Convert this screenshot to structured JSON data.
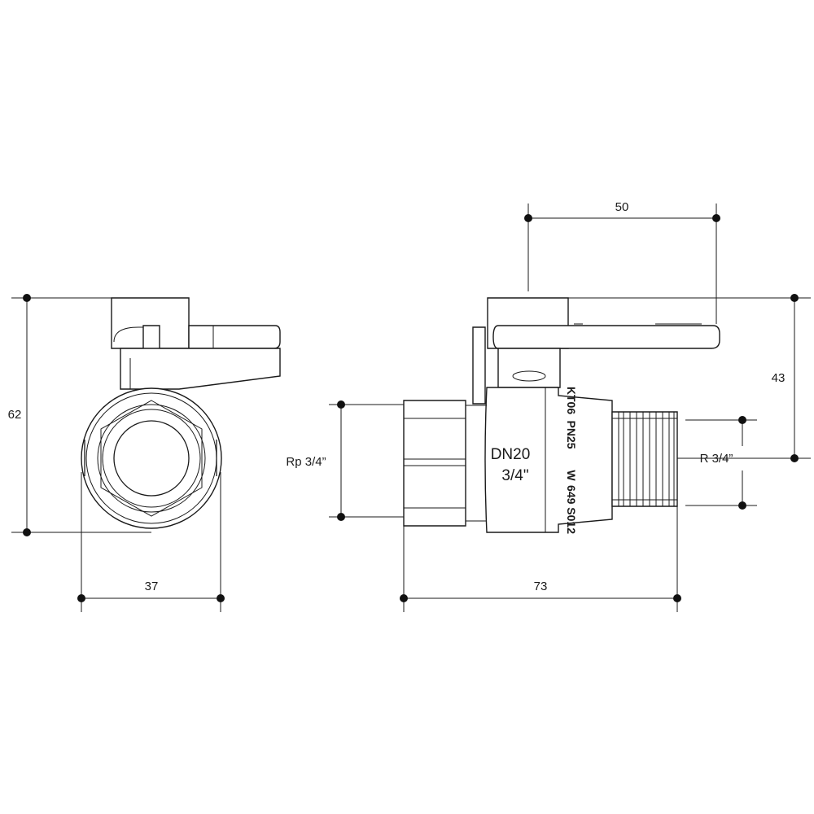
{
  "dimensions": {
    "height_overall": "62",
    "width_side": "37",
    "handle_length": "50",
    "handle_height": "43",
    "length_overall": "73",
    "inlet_thread": "Rp 3/4”",
    "outlet_thread": "R 3/4”"
  },
  "valve_marking": {
    "size_dn": "DN20",
    "size_inch": "3/4\"",
    "pressure": "PN25",
    "brand_mark": "W",
    "model": "649 S012",
    "partial_code": "KT06"
  }
}
